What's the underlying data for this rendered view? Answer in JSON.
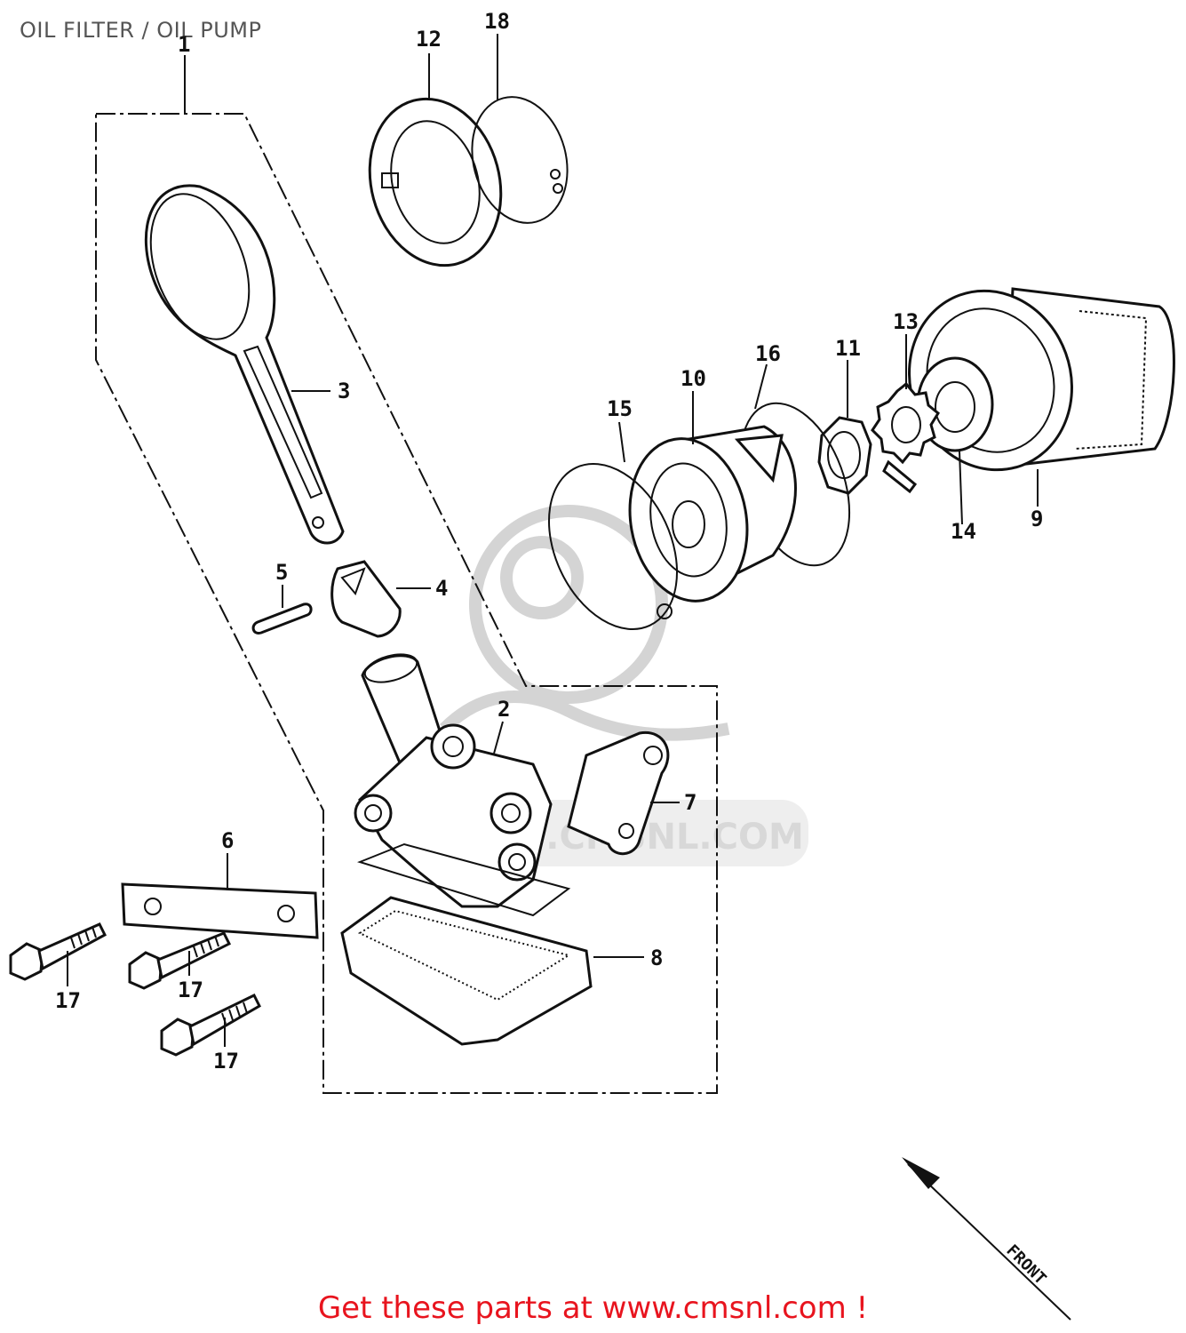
{
  "page_title": "OIL FILTER / OIL PUMP",
  "footer_link": "Get these parts at www.cmsnl.com !",
  "watermark": "WWW.CMSNL.COM",
  "direction_label": "FRONT",
  "callouts": [
    "1",
    "2",
    "3",
    "4",
    "5",
    "6",
    "7",
    "8",
    "9",
    "10",
    "11",
    "12",
    "13",
    "14",
    "15",
    "16",
    "17",
    "17",
    "17",
    "18"
  ],
  "colors": {
    "title": "#555555",
    "footer_link": "#e8141e",
    "lines": "#111111",
    "watermark": "#d4d4d4"
  }
}
